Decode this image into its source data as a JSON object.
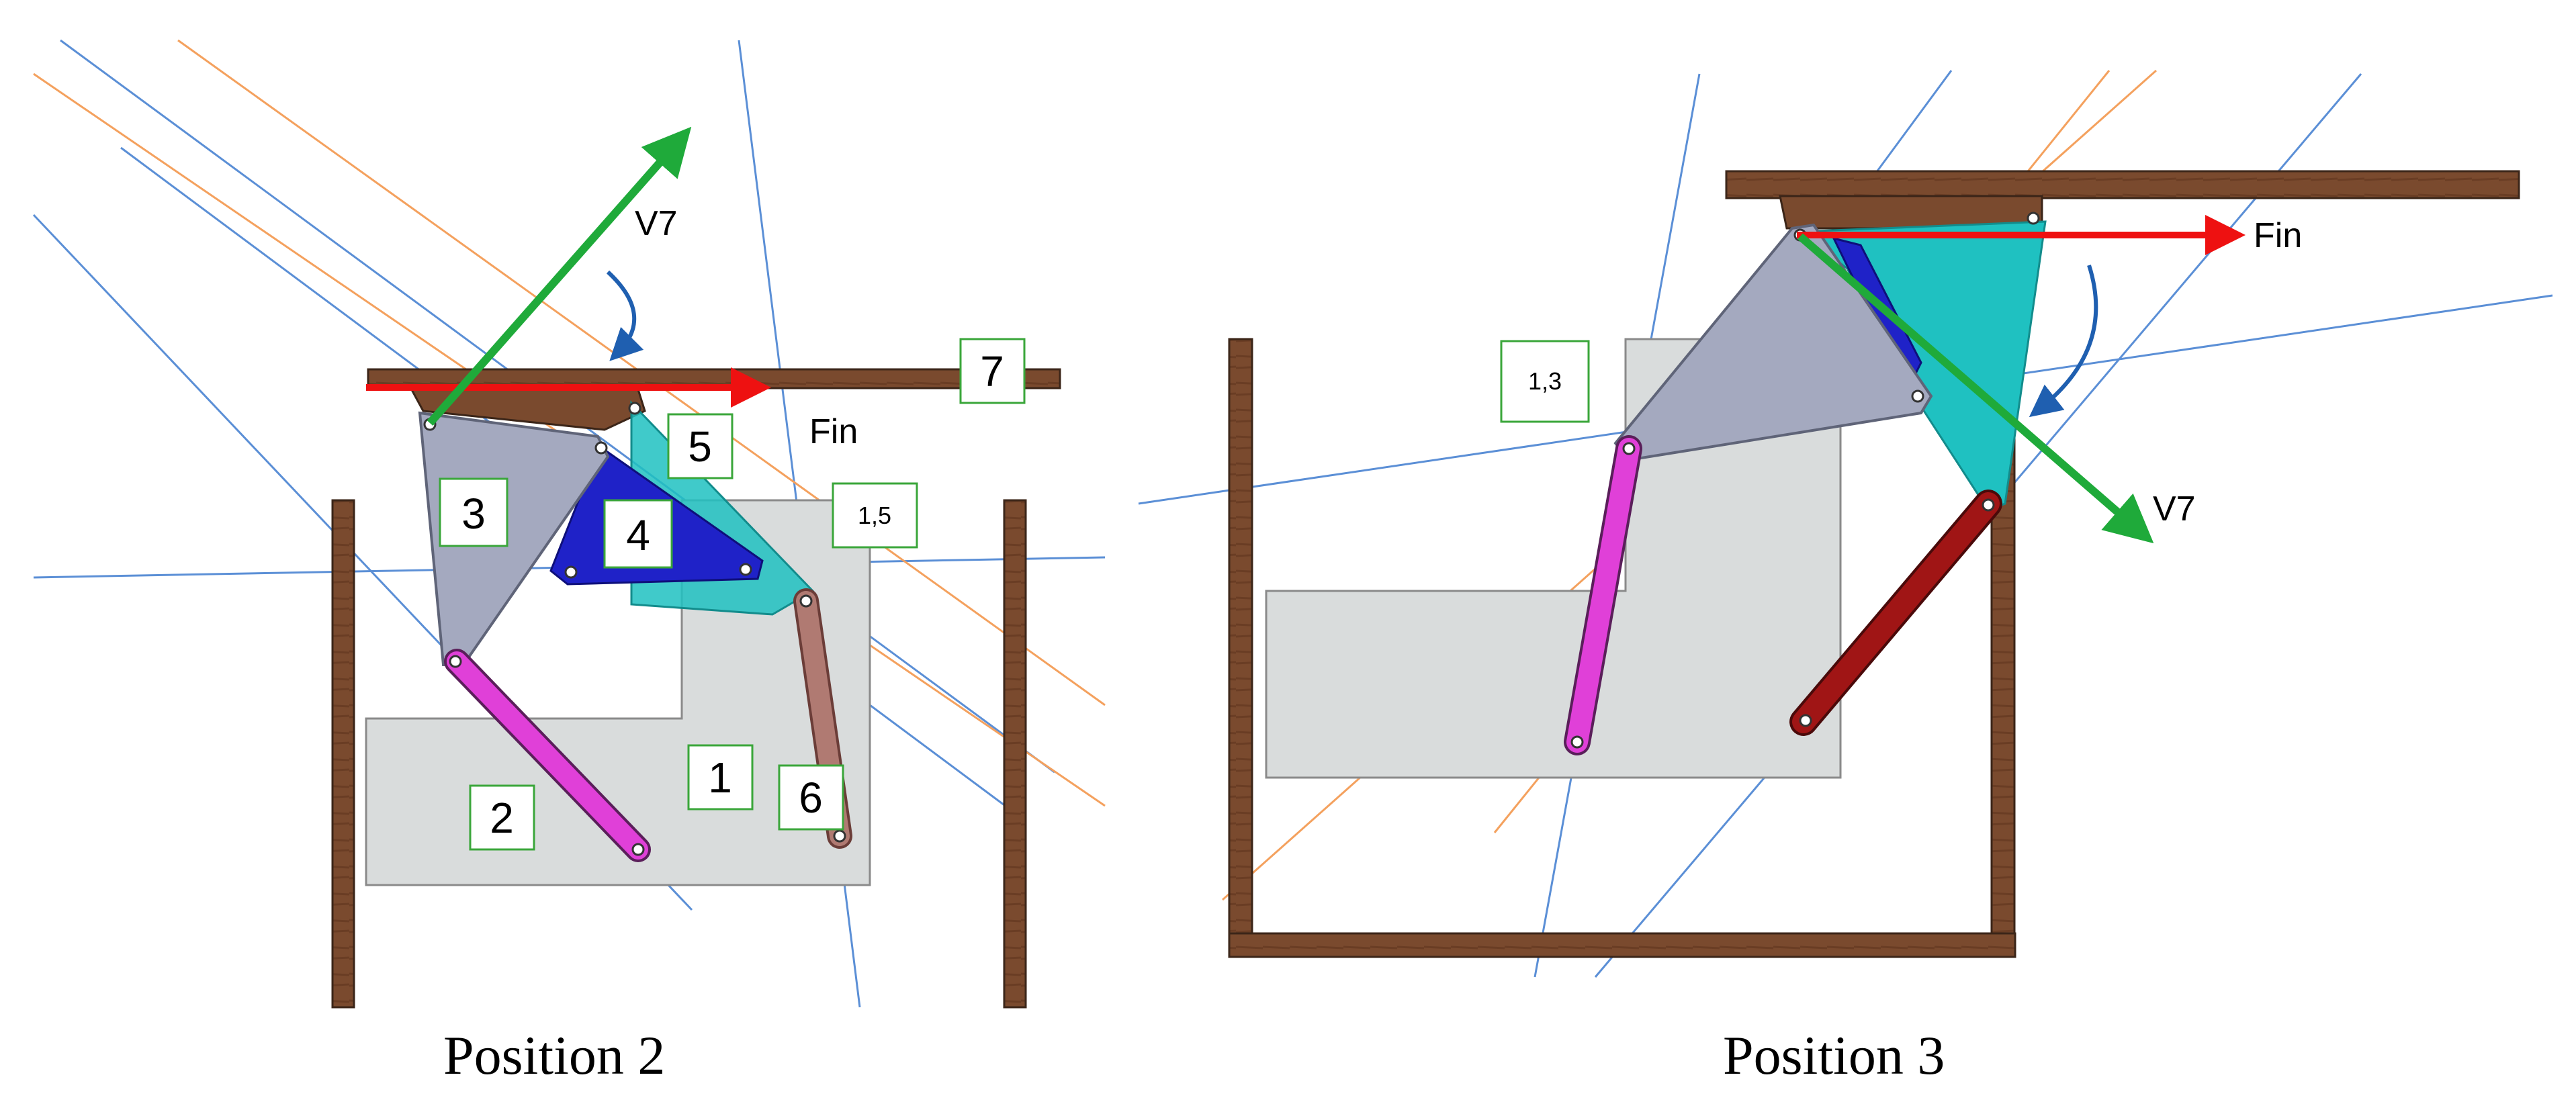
{
  "captions": {
    "left": "Position 2",
    "right": "Position 3"
  },
  "position2": {
    "link_labels": {
      "l1": "1",
      "l2": "2",
      "l3": "3",
      "l4": "4",
      "l5": "5",
      "l6": "6",
      "l7": "7"
    },
    "ic_label": "1,5",
    "velocity_label": "V7",
    "force_label": "Fin"
  },
  "position3": {
    "ic_label": "1,3",
    "velocity_label": "V7",
    "force_label": "Fin"
  },
  "colors": {
    "wood": "#7a4a2e",
    "base_gray": "#d9dcdc",
    "link2_magenta": "#e040d8",
    "link3_gray": "#a4a9bf",
    "link4_blue": "#1f22c8",
    "link5_teal": "#1fc1c1",
    "link6_rose": "#b07a72",
    "link6_dark_red": "#a01515",
    "velocity_green": "#1faa3a",
    "force_red": "#ee1111",
    "construction_blue": "#5b8fd6",
    "construction_orange": "#f4a15e",
    "curved_arrow_blue": "#1f5fb0",
    "label_box_border": "#3aa63a"
  }
}
